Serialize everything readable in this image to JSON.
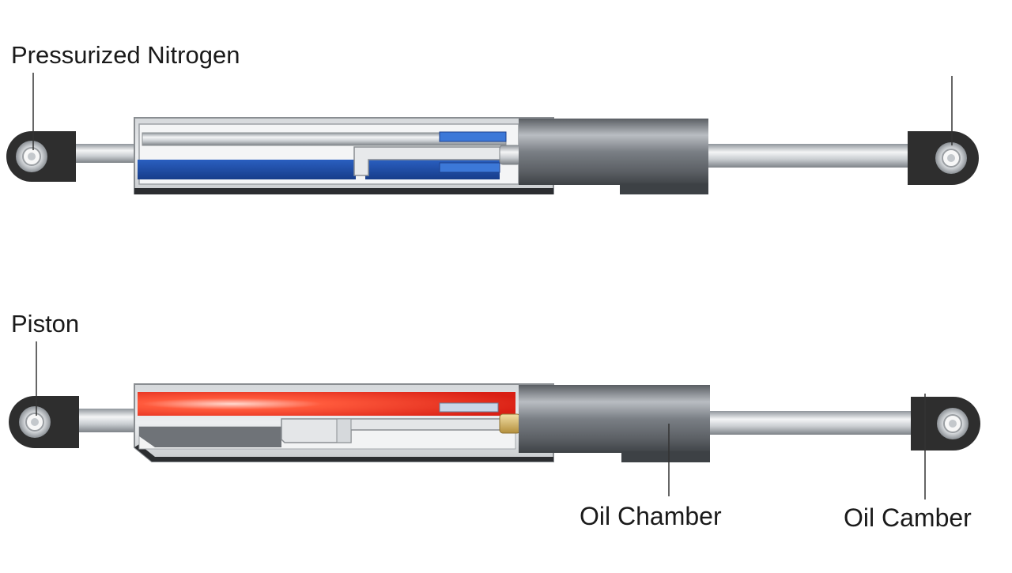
{
  "labels": {
    "pressurized_nitrogen": "Pressurized Nitrogen",
    "piston": "Piston",
    "oil_chamber": "Oil Chamber",
    "oil_camber": "Oil Camber"
  },
  "colors": {
    "background": "#ffffff",
    "nitrogen_fill": "#1f4fa8",
    "heated_fill": "#e0281c",
    "mount_dark": "#2e2e2e",
    "steel": "#9aa0a6",
    "cylinder_dark": "#5d6166",
    "brass_seal": "#d4b46a"
  },
  "icons": [
    "eye-mount-icon",
    "bolt-icon"
  ]
}
